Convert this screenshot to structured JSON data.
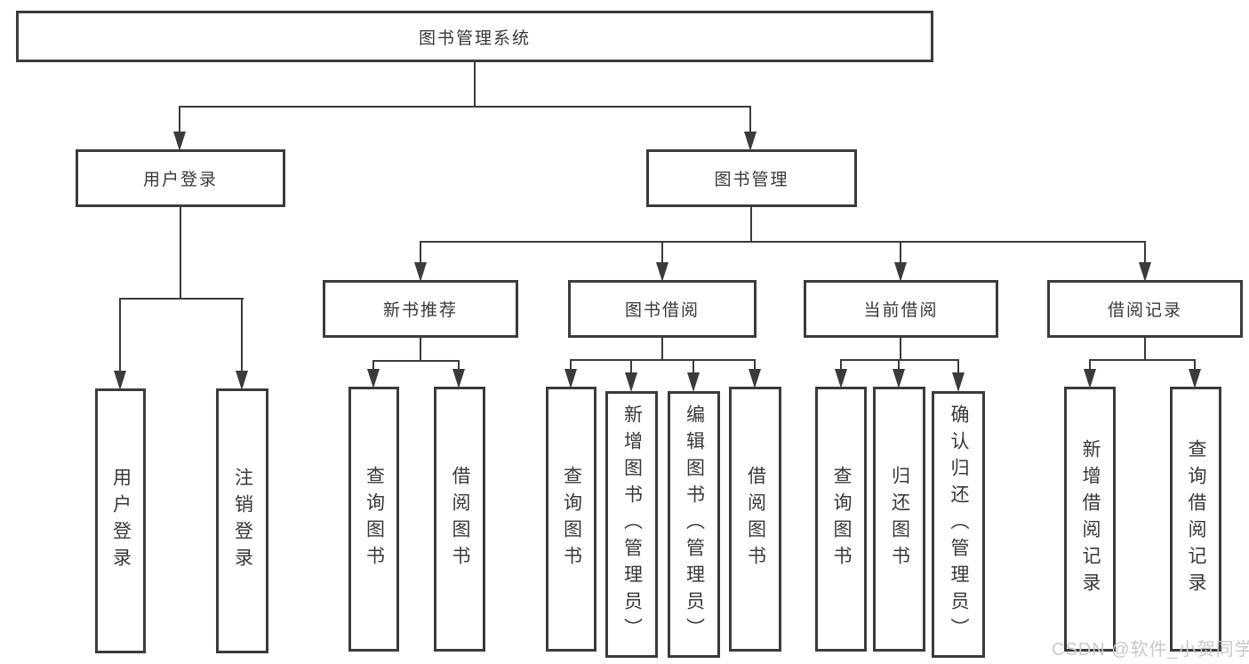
{
  "tree": {
    "label": "图书管理系统",
    "children": [
      {
        "label": "用户登录",
        "children": [
          {
            "label": "用户登录"
          },
          {
            "label": "注销登录"
          }
        ]
      },
      {
        "label": "图书管理",
        "children": [
          {
            "label": "新书推荐",
            "children": [
              {
                "label": "查询图书"
              },
              {
                "label": "借阅图书"
              }
            ]
          },
          {
            "label": "图书借阅",
            "children": [
              {
                "label": "查询图书"
              },
              {
                "label": "新增图书（管理员）"
              },
              {
                "label": "编辑图书（管理员）"
              },
              {
                "label": "借阅图书"
              }
            ]
          },
          {
            "label": "当前借阅",
            "children": [
              {
                "label": "查询图书"
              },
              {
                "label": "归还图书"
              },
              {
                "label": "确认归还（管理员）"
              }
            ]
          },
          {
            "label": "借阅记录",
            "children": [
              {
                "label": "新增借阅记录"
              },
              {
                "label": "查询借阅记录"
              }
            ]
          }
        ]
      }
    ]
  },
  "watermark": {
    "text": "CSDN @软件_小贺同学"
  },
  "colors": {
    "line": "#3b3b3b",
    "text": "#383838",
    "watermark": "#c8c8cd",
    "background": "#ffffff"
  }
}
